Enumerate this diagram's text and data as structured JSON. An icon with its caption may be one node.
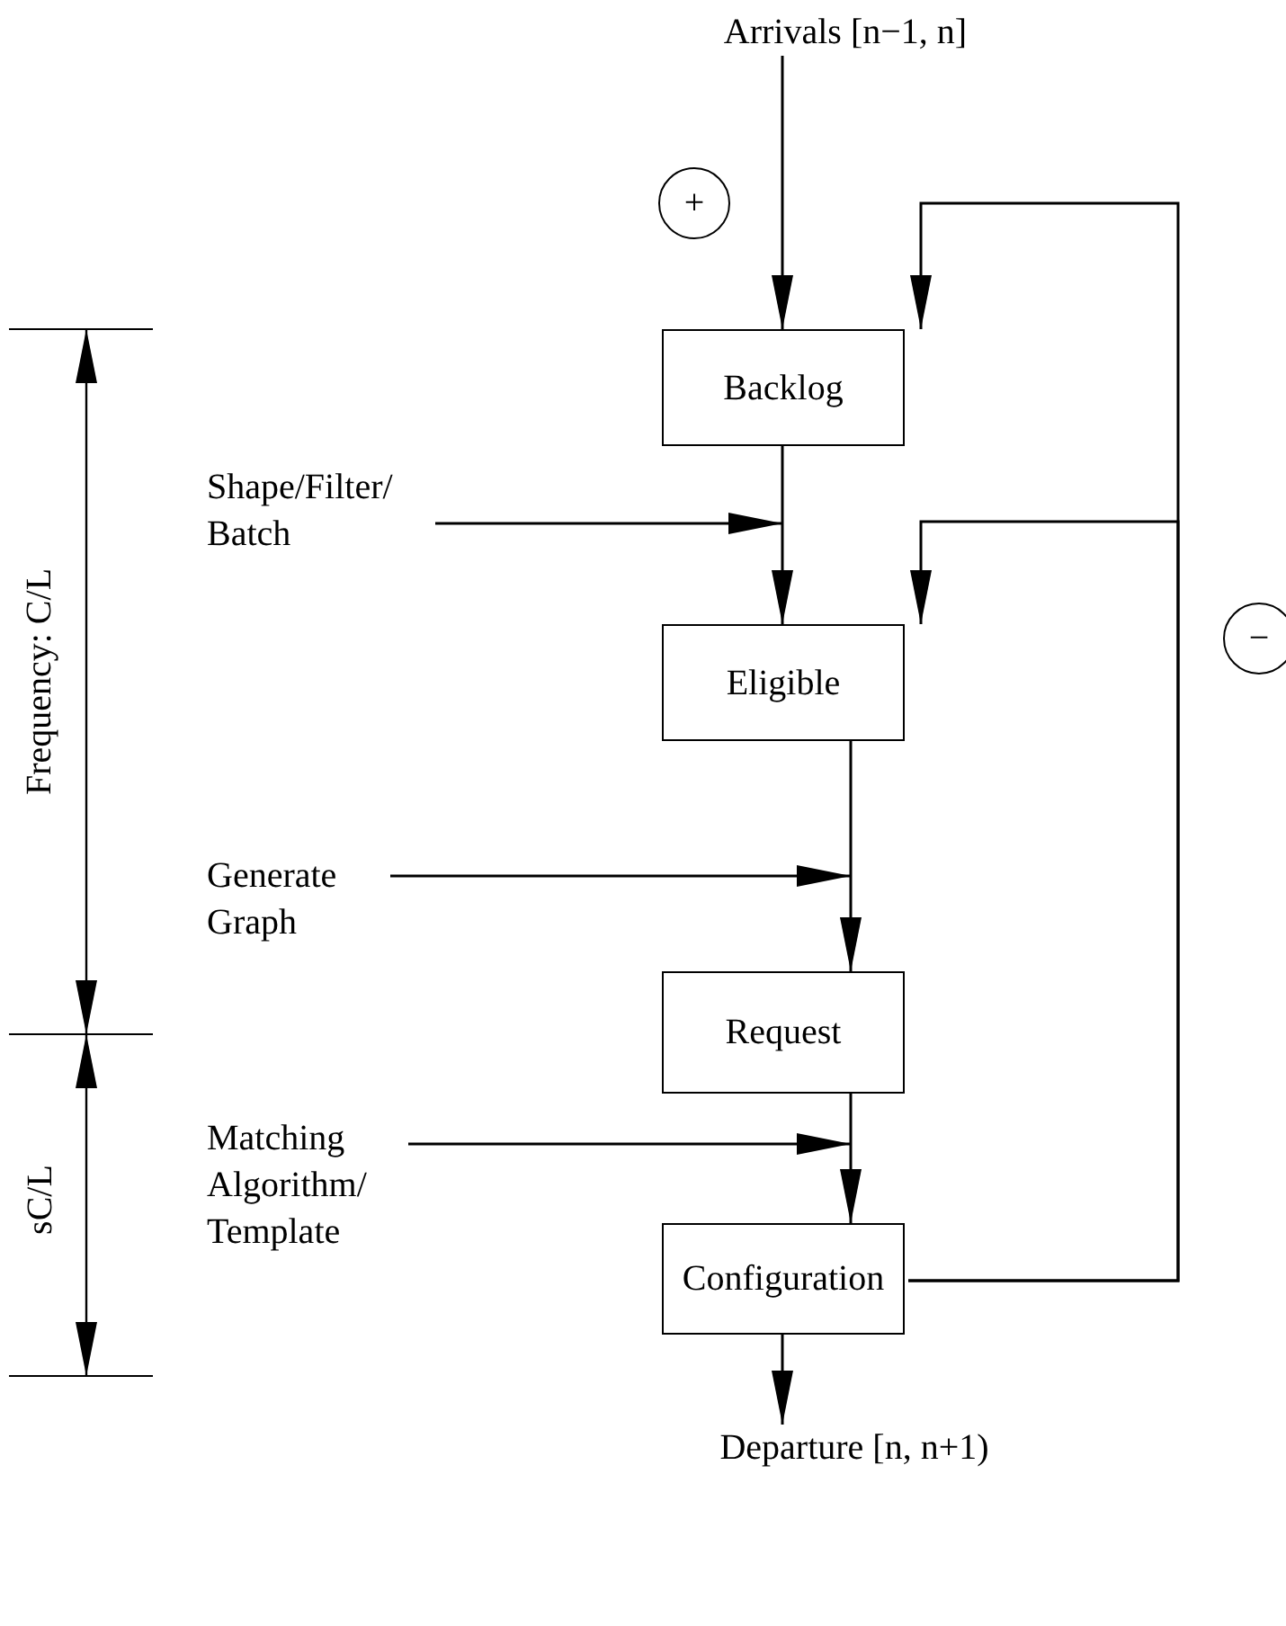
{
  "diagram": {
    "nodes": [
      {
        "text": [
          "Arrivals [n−1, n]"
        ]
      },
      {
        "text": [
          "+"
        ]
      },
      {
        "text": [
          "Backlog"
        ]
      },
      {
        "text": [
          "Shape/Filter/ Batch"
        ]
      },
      {
        "text": [
          "−"
        ]
      },
      {
        "text": [
          "Eligible"
        ]
      },
      {
        "text": [
          "Generate Graph"
        ]
      },
      {
        "text": [
          "Request"
        ]
      },
      {
        "text": [
          "Matching Algorithm/ Template"
        ]
      },
      {
        "text": [
          "Configuration"
        ]
      },
      {
        "text": [
          "Departure [n, n+1)"
        ]
      }
    ],
    "edges": [
      {
        "from": 0,
        "to": 2,
        "arrow": "to"
      },
      {
        "from": 2,
        "to": 5,
        "arrow": "to"
      },
      {
        "from": 5,
        "to": 7,
        "arrow": "to"
      },
      {
        "from": 7,
        "to": 9,
        "arrow": "to"
      },
      {
        "from": 9,
        "to": 10,
        "arrow": "to"
      },
      {
        "from": 9,
        "to": 2,
        "arrow": "to"
      },
      {
        "from": 9,
        "to": 5,
        "arrow": "to"
      },
      {
        "from": 3,
        "to": null,
        "arrow": "to"
      },
      {
        "from": 6,
        "to": null,
        "arrow": "to"
      },
      {
        "from": 8,
        "to": null,
        "arrow": "to"
      }
    ],
    "labels": [
      "Frequency: C/L",
      "sC/L"
    ]
  }
}
